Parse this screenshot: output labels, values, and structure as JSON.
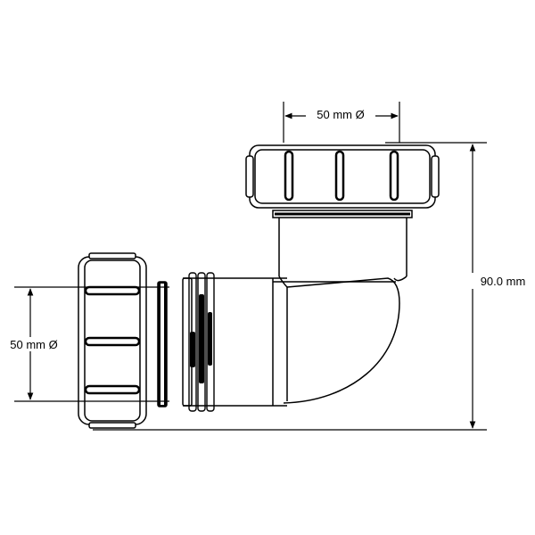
{
  "dimensions": {
    "top_diameter": "50 mm Ø",
    "side_diameter": "50 mm Ø",
    "overall_height": "90.0 mm"
  }
}
